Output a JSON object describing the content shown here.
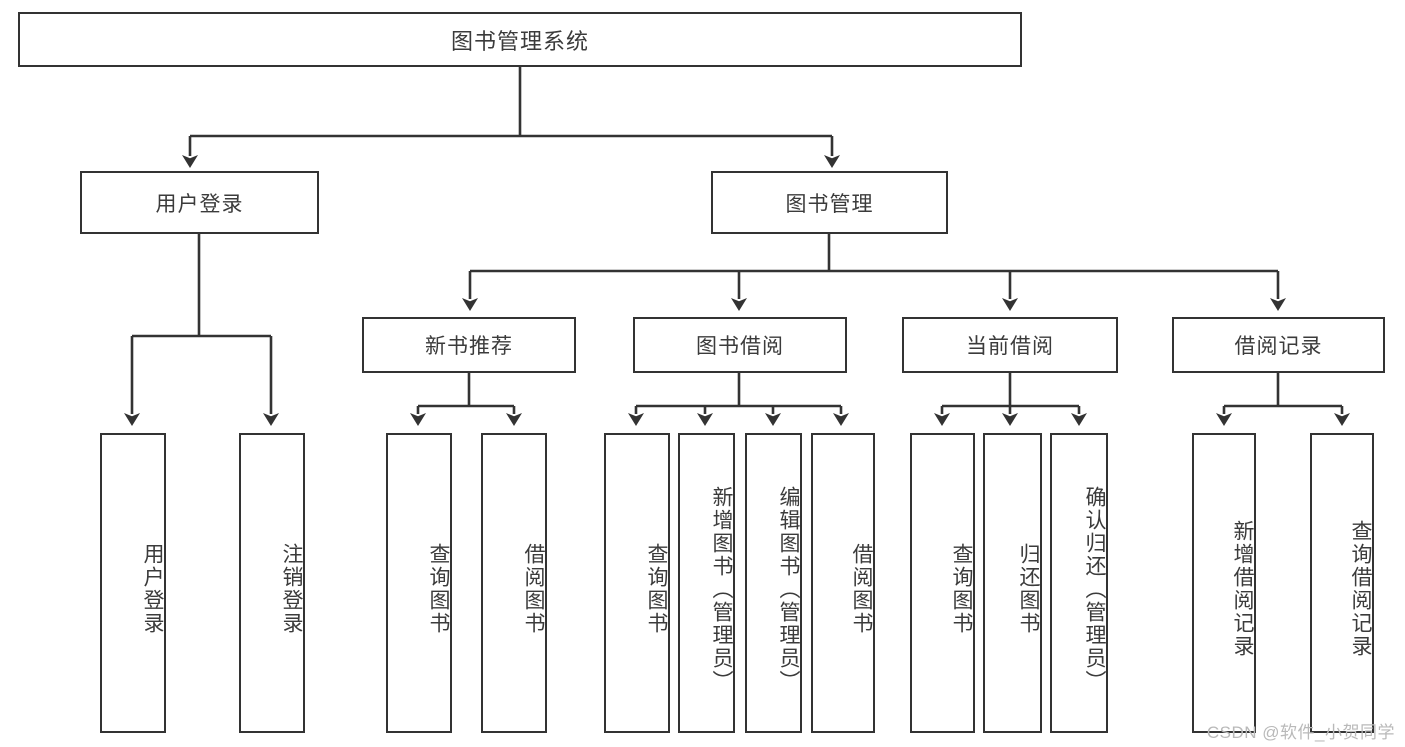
{
  "diagram": {
    "type": "tree-hierarchy",
    "title": "图书管理系统",
    "watermark": "CSDN @软件_小贺同学",
    "colors": {
      "border": "#333333",
      "text": "#3b3b3b",
      "background": "#ffffff",
      "watermark": "#b9b9b9"
    },
    "levels": {
      "root": {
        "label": "图书管理系统"
      },
      "level2": [
        {
          "label": "用户登录"
        },
        {
          "label": "图书管理"
        }
      ],
      "level3": [
        {
          "label": "新书推荐"
        },
        {
          "label": "图书借阅"
        },
        {
          "label": "当前借阅"
        },
        {
          "label": "借阅记录"
        }
      ],
      "leaves": [
        {
          "label": "用户登录",
          "parent": "用户登录"
        },
        {
          "label": "注销登录",
          "parent": "用户登录"
        },
        {
          "label": "查询图书",
          "parent": "新书推荐"
        },
        {
          "label": "借阅图书",
          "parent": "新书推荐"
        },
        {
          "label": "查询图书",
          "parent": "图书借阅"
        },
        {
          "label": "新增图书（管理员）",
          "parent": "图书借阅"
        },
        {
          "label": "编辑图书（管理员）",
          "parent": "图书借阅"
        },
        {
          "label": "借阅图书",
          "parent": "图书借阅"
        },
        {
          "label": "查询图书",
          "parent": "当前借阅"
        },
        {
          "label": "归还图书",
          "parent": "当前借阅"
        },
        {
          "label": "确认归还（管理员）",
          "parent": "当前借阅"
        },
        {
          "label": "新增借阅记录",
          "parent": "借阅记录"
        },
        {
          "label": "查询借阅记录",
          "parent": "借阅记录"
        }
      ]
    }
  }
}
